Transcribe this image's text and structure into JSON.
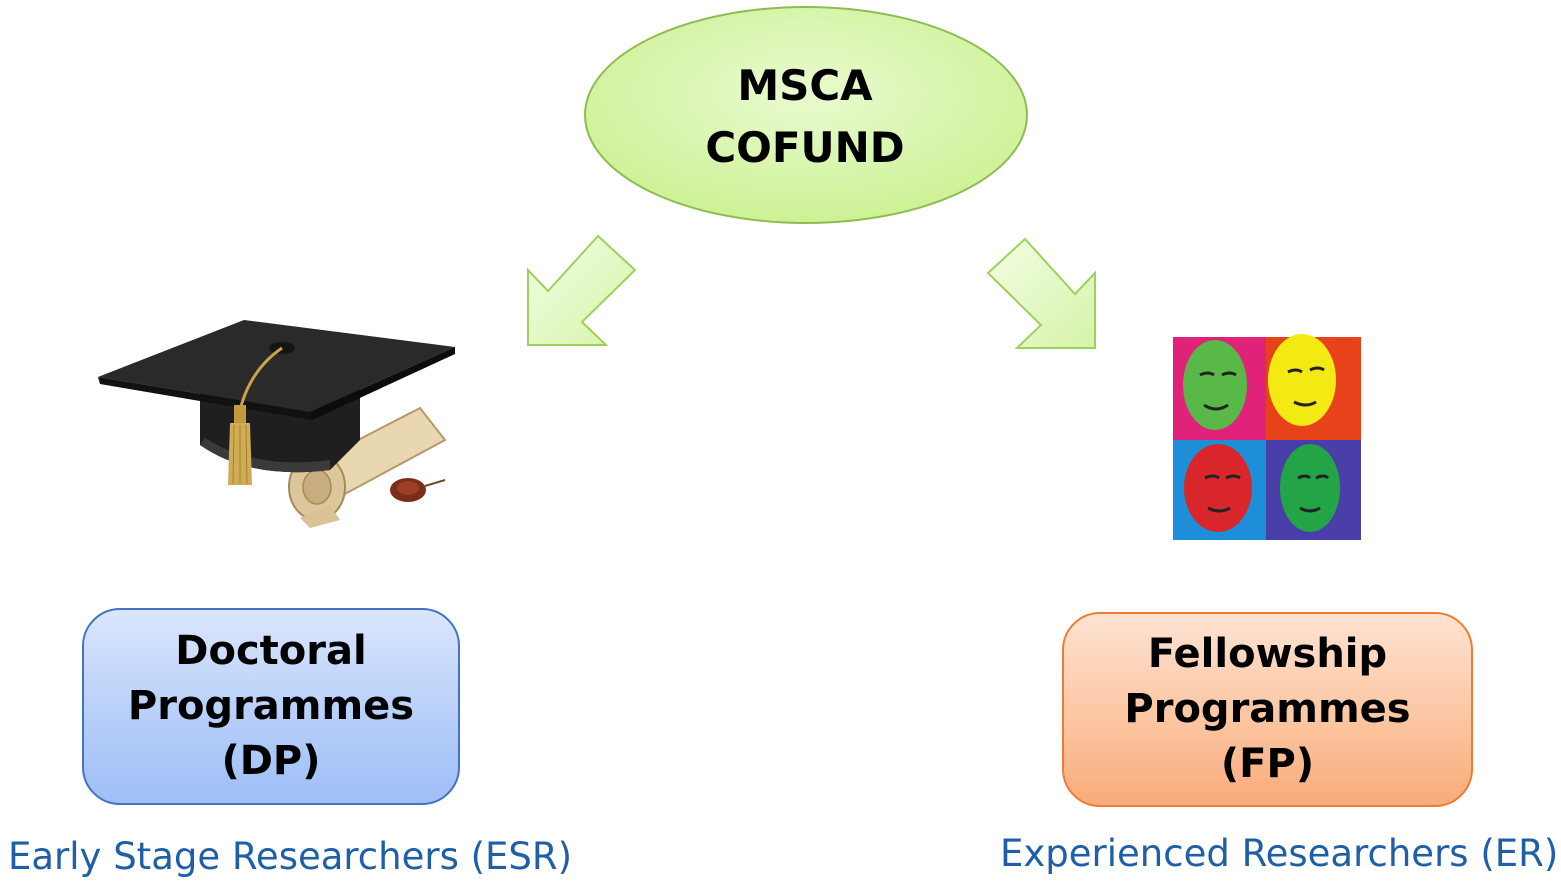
{
  "root": {
    "line1": "MSCA",
    "line2": "COFUND"
  },
  "left_branch": {
    "box": {
      "line1": "Doctoral",
      "line2": "Programmes",
      "line3": "(DP)"
    },
    "caption": "Early Stage Researchers (ESR)",
    "image_icon": "graduation-cap-with-diploma"
  },
  "right_branch": {
    "box": {
      "line1": "Fellowship",
      "line2": "Programmes",
      "line3": "(FP)"
    },
    "caption": "Experienced Researchers (ER)",
    "image_icon": "pop-art-portraits-grid"
  },
  "colors": {
    "ellipse_fill": "#d6f5a8",
    "ellipse_stroke": "#8fbc52",
    "arrow_fill": "#e3f8c6",
    "arrow_stroke": "#9fd05e",
    "dp_stroke": "#4472c4",
    "fp_stroke": "#ed7d31",
    "caption": "#1f5fa8"
  }
}
